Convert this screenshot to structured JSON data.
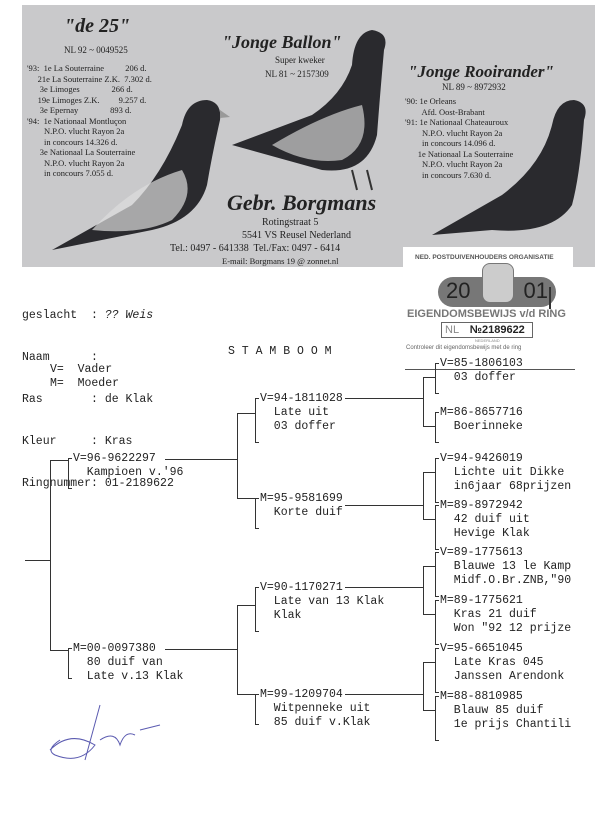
{
  "banner": {
    "pigeon_left": {
      "name": "\"de 25\"",
      "ring": "NL 92 ~ 0049525",
      "results": [
        "'93:  1e La Souterraine          206 d.",
        "     21e La Souterraine Z.K.  7.302 d.",
        "      3e Limoges               266 d.",
        "     19e Limoges Z.K.         9.257 d.",
        "      3e Epernay               893 d.",
        "'94:  1e Nationaal Montluçon",
        "        N.P.O. vlucht Rayon 2a",
        "        in concours 14.326 d.",
        "      3e Nationaal La Souterraine",
        "        N.P.O. vlucht Rayon 2a",
        "        in concours 7.055 d."
      ]
    },
    "pigeon_middle": {
      "name": "\"Jonge Ballon\"",
      "subtitle": "Super kweker",
      "ring": "NL 81 ~ 2157309"
    },
    "pigeon_right": {
      "name": "\"Jonge Rooirander\"",
      "ring": "NL 89 ~ 8972932",
      "results": [
        "'90: 1e Orleans",
        "        Afd. Oost-Brabant",
        "'91: 1e Nationaal Chateauroux",
        "        N.P.O. vlucht Rayon 2a",
        "        in concours 14.096 d.",
        "      1e Nationaal La Souterraine",
        "        N.P.O. vlucht Rayon 2a",
        "        in concours 7.630 d."
      ]
    },
    "breeder": {
      "name": "Gebr. Borgmans",
      "street": "Rotingstraat 5",
      "city": "5541 VS Reusel Nederland",
      "phone": "Tel.: 0497 - 641338  Tel./Fax: 0497 - 6414",
      "email": "E-mail: Borgmans 19 @ zonnet.nl"
    }
  },
  "ring_card": {
    "org": "NED. POSTDUIVENHOUDERS ORGANISATIE",
    "year_left": "20",
    "year_right": "01",
    "title": "EIGENDOMSBEWIJS v/d RING",
    "country": "NL",
    "number": "№2189622",
    "land": "NEDERLAND",
    "note": "Controleer dit eigendomsbewijs met de ring"
  },
  "info": [
    {
      "label": "geslacht  :",
      "value": "?? Weis"
    },
    {
      "label": "Naam      :",
      "value": ""
    },
    {
      "label": "Ras       :",
      "value": "de Klak"
    },
    {
      "label": "Kleur     :",
      "value": "Kras"
    },
    {
      "label": "Ringnummer:",
      "value": "01-2189622"
    }
  ],
  "heading": "S T A M B O O M",
  "legend": [
    "V=  Vader",
    "M=  Moeder"
  ],
  "pedigree": {
    "g1": [
      {
        "ring": "V=96-9622297",
        "lines": "  Kampioen v.'96"
      },
      {
        "ring": "M=00-0097380",
        "lines": "  80 duif van\n  Late v.13 Klak"
      }
    ],
    "g2": [
      {
        "ring": "V=94-1811028",
        "lines": "  Late uit\n  03 doffer"
      },
      {
        "ring": "M=95-9581699",
        "lines": "  Korte duif"
      },
      {
        "ring": "V=90-1170271",
        "lines": "  Late van 13 Klak\n  Klak"
      },
      {
        "ring": "M=99-1209704",
        "lines": "  Witpenneke uit\n  85 duif v.Klak"
      }
    ],
    "g3": [
      {
        "ring": "V=85-1806103",
        "lines": "  03 doffer"
      },
      {
        "ring": "M=86-8657716",
        "lines": "  Boerinneke"
      },
      {
        "ring": "V=94-9426019",
        "lines": "  Lichte uit Dikke\n  in6jaar 68prijzen"
      },
      {
        "ring": "M=89-8972942",
        "lines": "  42 duif uit\n  Hevige Klak"
      },
      {
        "ring": "V=89-1775613",
        "lines": "  Blauwe 13 le Kamp\n  Midf.O.Br.ZNB,\"90"
      },
      {
        "ring": "M=89-1775621",
        "lines": "  Kras 21 duif\n  Won \"92 12 prijze"
      },
      {
        "ring": "V=95-6651045",
        "lines": "  Late Kras 045\n  Janssen Arendonk"
      },
      {
        "ring": "M=88-8810985",
        "lines": "  Blauw 85 duif\n  1e prijs Chantili"
      }
    ]
  }
}
